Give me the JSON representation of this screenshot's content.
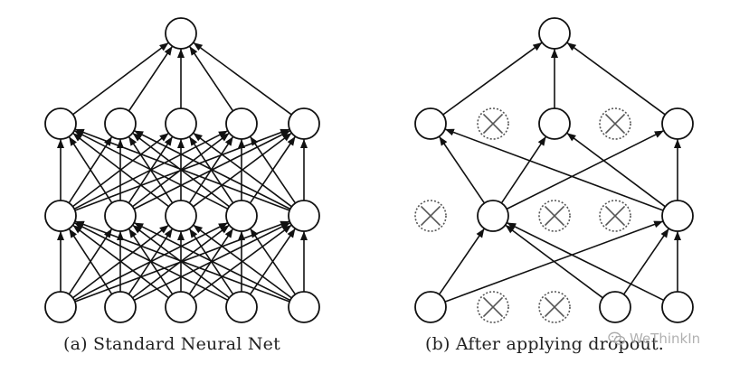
{
  "panels": [
    {
      "id": "a",
      "caption": "(a) Standard Neural Net",
      "layers": [
        [
          "on",
          "on",
          "on",
          "on",
          "on"
        ],
        [
          "on",
          "on",
          "on",
          "on",
          "on"
        ],
        [
          "on",
          "on",
          "on",
          "on",
          "on"
        ],
        [
          "on"
        ]
      ],
      "connections": "full"
    },
    {
      "id": "b",
      "caption": "(b) After applying dropout.",
      "layers": [
        [
          "on",
          "off",
          "off",
          "on",
          "on"
        ],
        [
          "off",
          "on",
          "off",
          "off",
          "on"
        ],
        [
          "on",
          "off",
          "on",
          "off",
          "on"
        ],
        [
          "on"
        ]
      ],
      "connections": "active-only"
    }
  ],
  "watermark": {
    "text": "WeThinkIn",
    "icon": "wechat-icon"
  },
  "colors": {
    "node_stroke": "#111111",
    "edge": "#111111",
    "dropped_stroke": "#555555",
    "background": "#ffffff"
  }
}
